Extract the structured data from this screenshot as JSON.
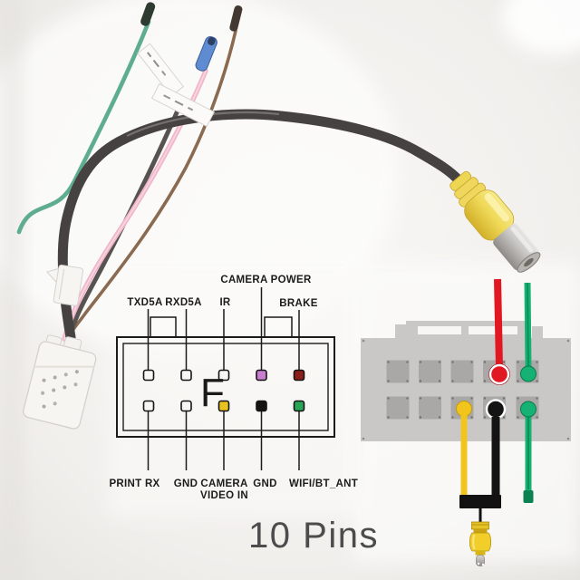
{
  "footer": {
    "label": "10 Pins"
  },
  "diagram": {
    "key_letter": "F",
    "line_color": "#1b1b1b",
    "pins_top": [
      {
        "pin": 1,
        "label": "TXD5A",
        "color": "#f7f6f3"
      },
      {
        "pin": 2,
        "label": "RXD5A",
        "color": "#f7f6f3"
      },
      {
        "pin": 3,
        "label": "IR",
        "color": "#f7f6f3"
      },
      {
        "pin": 4,
        "label": "CAMERA POWER",
        "color": "#c77ecf"
      },
      {
        "pin": 5,
        "label": "BRAKE",
        "color": "#8a2019"
      }
    ],
    "pins_bottom": [
      {
        "pin": 6,
        "label": "PRINT RX",
        "color": "#f7f6f3"
      },
      {
        "pin": 7,
        "label": "GND",
        "color": "#f7f6f3"
      },
      {
        "pin": 8,
        "label": "CAMERA",
        "label_line2": "VIDEO IN",
        "color": "#e8c31e"
      },
      {
        "pin": 9,
        "label": "GND",
        "color": "#141414"
      },
      {
        "pin": 10,
        "label": "WIFI/BT_ANT",
        "color": "#2aa558"
      }
    ]
  },
  "illustration": {
    "body_color": "#c9c8c6",
    "slot_color": "#a9a8a7",
    "wires": [
      {
        "name": "red-wire",
        "row": "top",
        "slot": 4,
        "color": "#e11722"
      },
      {
        "name": "green-wire",
        "row": "top",
        "slot": 5,
        "color": "#16b273"
      },
      {
        "name": "yellow-wire",
        "row": "bottom",
        "slot": 3,
        "color": "#f2c51d"
      },
      {
        "name": "black-wire",
        "row": "bottom",
        "slot": 4,
        "color": "#141414"
      },
      {
        "name": "green-wire-2",
        "row": "bottom",
        "slot": 5,
        "color": "#16b273"
      }
    ],
    "wire_core_green": "#0c9159",
    "rca_mini_color": "#f2ce2a"
  },
  "photo": {
    "wire_colors": {
      "teal": "#5fad90",
      "pink": "#f0b6cb",
      "pink_core": "#f8d5e1",
      "brown": "#8a6a50",
      "gray": "#575350",
      "cable": "#454241"
    },
    "tip_colors": {
      "teal_tip": "#2d3b31",
      "pink_tip_blue": "#5f8bd0",
      "brown_tip": "#433931"
    },
    "connector_color": "#f6f5f2",
    "rca_boot_color": "#eed75c",
    "rca_barrel_color": "#b8b5b1"
  }
}
